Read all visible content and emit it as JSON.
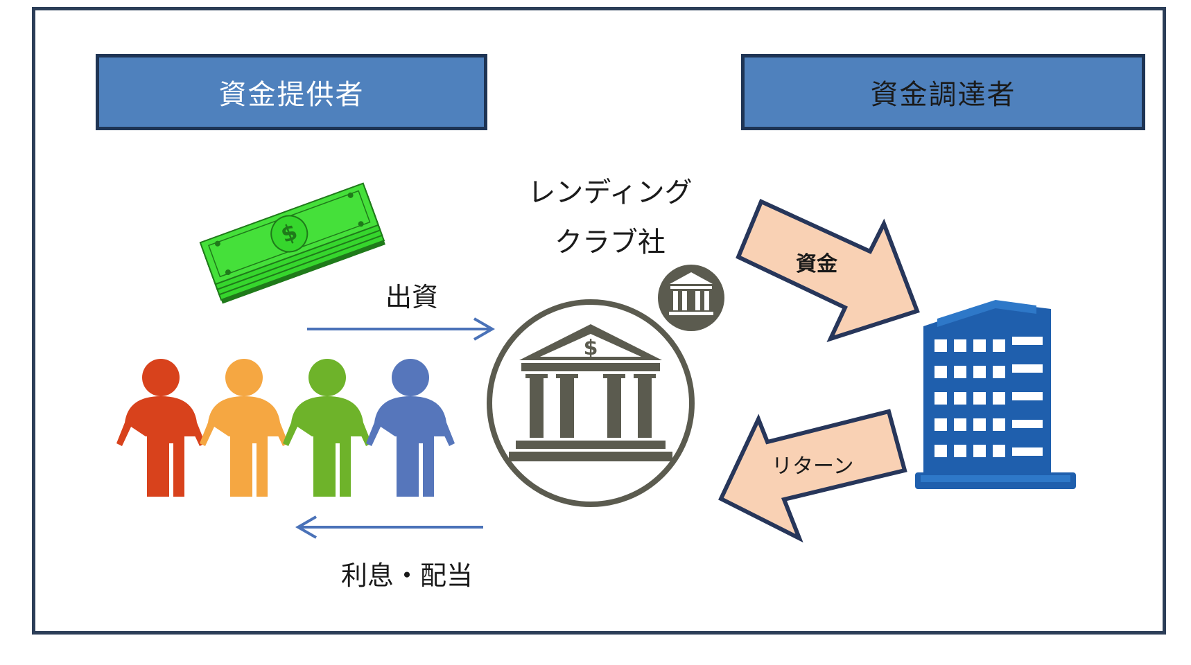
{
  "diagram": {
    "providers_header": "資金提供者",
    "borrowers_header": "資金調達者",
    "company_line1": "レンディング",
    "company_line2": "クラブ社",
    "investment_label": "出資",
    "interest_label": "利息・配当",
    "funds_label": "資金",
    "return_label": "リターン"
  },
  "colors": {
    "header_fill": "#4f81bd",
    "arrow_line": "#4a72b8",
    "big_arrow_fill": "#f9d1b4",
    "big_arrow_stroke": "#27365a",
    "person_colors": [
      "#d8421c",
      "#f5a742",
      "#6eb32a",
      "#5676bb"
    ],
    "bank_gray": "#5b5b4f",
    "money_green": "#36d62d",
    "building_blue": "#1f5fad"
  },
  "icons": [
    "money-stack-icon",
    "people-group-icon",
    "bank-icon",
    "small-bank-icon",
    "office-building-icon"
  ]
}
